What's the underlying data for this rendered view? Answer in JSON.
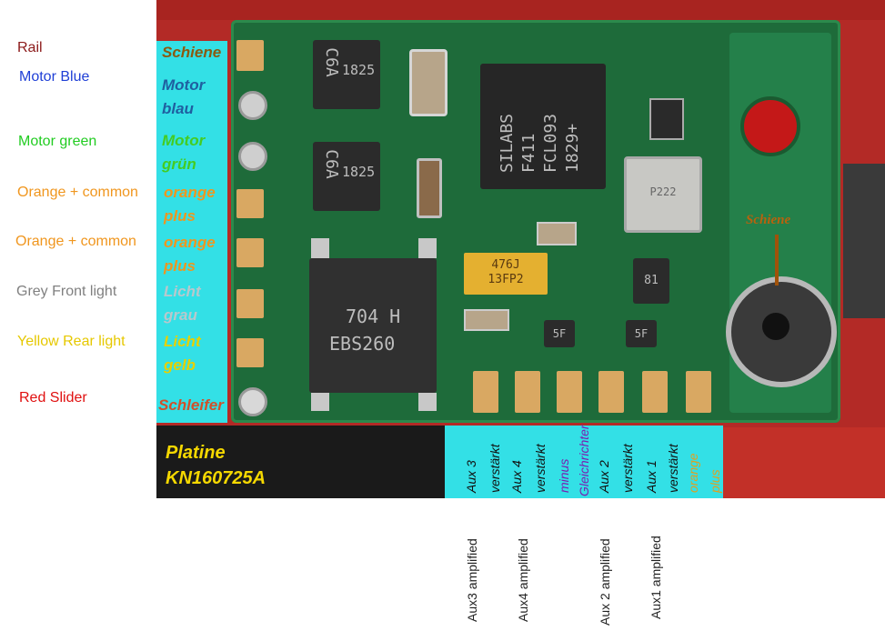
{
  "legend": [
    {
      "text": "Rail",
      "color": "#8b1a1a"
    },
    {
      "text": "Motor Blue",
      "color": "#1f3fd6"
    },
    {
      "text": "Motor green",
      "color": "#22cc22"
    },
    {
      "text": "Orange + common",
      "color": "#f0961e"
    },
    {
      "text": "Orange + common",
      "color": "#f0961e"
    },
    {
      "text": "Grey Front light",
      "color": "#808080"
    },
    {
      "text": "Yellow Rear light",
      "color": "#e6c800"
    },
    {
      "text": "Red Slider",
      "color": "#e01010"
    }
  ],
  "pin_labels": [
    {
      "line1": "Schiene",
      "line2": "",
      "color": "#8b5a10"
    },
    {
      "line1": "Motor",
      "line2": "blau",
      "color": "#1f5fa0"
    },
    {
      "line1": "Motor",
      "line2": "grün",
      "color": "#44cc22"
    },
    {
      "line1": "orange",
      "line2": "plus",
      "color": "#f0961e"
    },
    {
      "line1": "orange",
      "line2": "plus",
      "color": "#f0961e"
    },
    {
      "line1": "Licht",
      "line2": "grau",
      "color": "#b8c8cc"
    },
    {
      "line1": "Licht",
      "line2": "gelb",
      "color": "#e6d000"
    },
    {
      "line1": "Schleifer",
      "line2": "",
      "color": "#d0502a"
    }
  ],
  "platine": {
    "line1": "Platine",
    "line2": "KN160725A",
    "color": "#f5d800"
  },
  "bottom_labels": [
    {
      "line1": "Aux 3",
      "line2": "verstärkt",
      "color1": "#111111",
      "color2": "#111111"
    },
    {
      "line1": "Aux 4",
      "line2": "verstärkt",
      "color1": "#111111",
      "color2": "#111111"
    },
    {
      "line1": "minus",
      "line2": "Gleichrichter",
      "color1": "#7a1fb0",
      "color2": "#7a1fb0"
    },
    {
      "line1": "Aux 2",
      "line2": "verstärkt",
      "color1": "#111111",
      "color2": "#111111"
    },
    {
      "line1": "Aux 1",
      "line2": "verstärkt",
      "color1": "#111111",
      "color2": "#111111"
    },
    {
      "line1": "orange",
      "line2": "plus",
      "color1": "#e0a020",
      "color2": "#e0a020"
    }
  ],
  "english_bottom": [
    "Aux3 amplified",
    "Aux4 amplified",
    "Aux 2 amplified",
    "Aux1 amplified"
  ],
  "pcb_text": {
    "schiene": "Schiene",
    "chip1_top": "C6A",
    "chip1_num": "1825",
    "chip2_top": "C6A",
    "chip2_num": "1825",
    "mcu_lines": [
      "SILABS",
      "F411",
      "FCL093",
      "1829+"
    ],
    "bridge_lines": [
      "704 H",
      "EBS260"
    ],
    "tant_lines": [
      "476J",
      "13FP2"
    ],
    "xtal": "P222",
    "sot1": "81",
    "sot2": "5F",
    "sot3": "5F"
  }
}
